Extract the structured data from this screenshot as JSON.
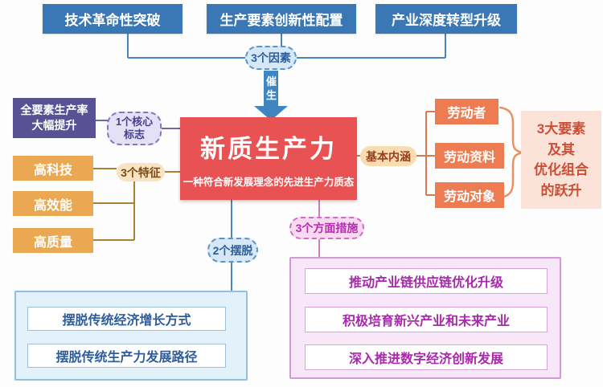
{
  "palette": {
    "blue_box": "#3a78b5",
    "blue_line": "#4a86bd",
    "arrow_blue": "#3f86c0",
    "red_main": "#e95252",
    "purple_box": "#585295",
    "amber_box": "#e9a851",
    "amber_line": "#a9812f",
    "coral_box": "#ee7c52",
    "coral_line": "#d87a4a",
    "peach_panel": "#fbe3d9",
    "pink_panel": "#f8e7f8",
    "blue_panel": "#e3f1fb",
    "magenta_text": "#a928ad",
    "blue_text": "#2e5d9b"
  },
  "top_factors": {
    "boxes": [
      "技术革命性突破",
      "生产要素创新性配置",
      "产业深度转型升级"
    ],
    "pill": "3个因素",
    "arrow_label": "催生"
  },
  "center": {
    "title": "新质生产力",
    "subtitle": "一种符合新发展理念的先进生产力质态"
  },
  "core_sign": {
    "box": "全要素生产率大幅提升",
    "pill_lines": [
      "1个核心",
      "标志"
    ]
  },
  "features": {
    "pill": "3个特征",
    "boxes": [
      "高科技",
      "高效能",
      "高质量"
    ]
  },
  "connotation": {
    "pill": "基本内涵",
    "boxes": [
      "劳动者",
      "劳动资料",
      "劳动对象"
    ],
    "summary_lines": [
      "3大要素",
      "及其",
      "优化组合",
      "的跃升"
    ]
  },
  "breakaway": {
    "pill": "2个摆脱",
    "items": [
      "摆脱传统经济增长方式",
      "摆脱传统生产力发展路径"
    ]
  },
  "measures": {
    "pill": "3个方面措施",
    "items": [
      "推动产业链供应链优化升级",
      "积极培育新兴产业和未来产业",
      "深入推进数字经济创新发展"
    ]
  }
}
